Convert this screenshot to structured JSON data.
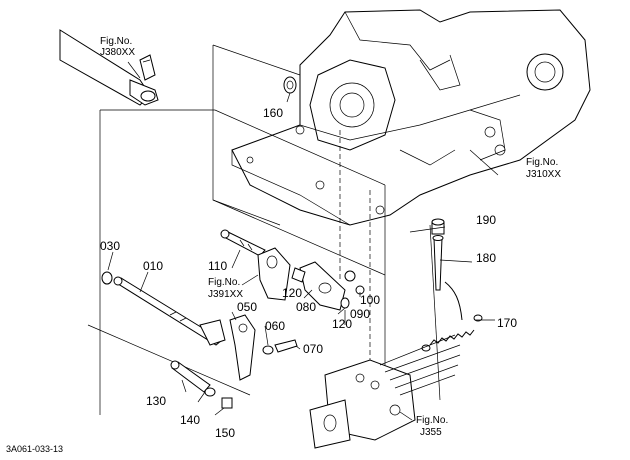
{
  "figure_refs": [
    {
      "id": "j380",
      "line1": "Fig.No.",
      "line2": "J380XX"
    },
    {
      "id": "j310",
      "line1": "Fig.No.",
      "line2": "J310XX"
    },
    {
      "id": "j391",
      "line1": "Fig.No.",
      "line2": "J391XX"
    },
    {
      "id": "j355",
      "line1": "Fig.No.",
      "line2": "J355"
    }
  ],
  "part_numbers": {
    "p030": "030",
    "p010": "010",
    "p110": "110",
    "p050": "050",
    "p060": "060",
    "p070": "070",
    "p080": "080",
    "p090": "090",
    "p100": "100",
    "p120a": "120",
    "p120b": "120",
    "p130": "130",
    "p140": "140",
    "p150": "150",
    "p160": "160",
    "p170": "170",
    "p180": "180",
    "p190": "190"
  },
  "diagram_code": "3A061-033-13"
}
